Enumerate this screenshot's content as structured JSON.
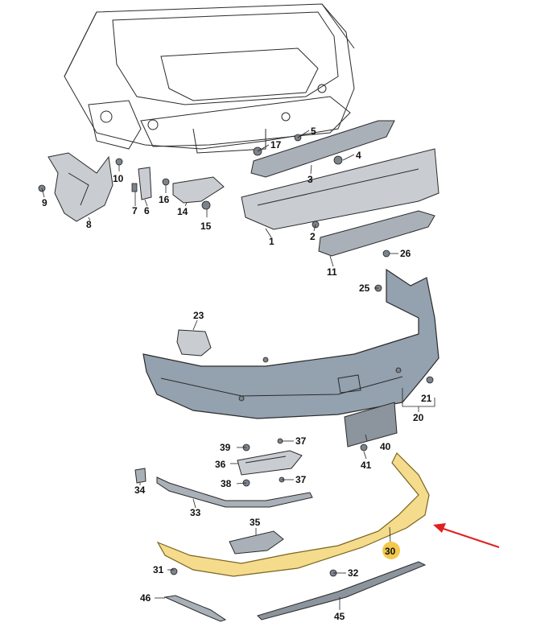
{
  "callouts": {
    "p1": "1",
    "p2": "2",
    "p3": "3",
    "p4": "4",
    "p5": "5",
    "p6": "6",
    "p7": "7",
    "p8": "8",
    "p9": "9",
    "p10": "10",
    "p11": "11",
    "p14": "14",
    "p15": "15",
    "p16": "16",
    "p17": "17",
    "p20": "20",
    "p21": "21",
    "p23": "23",
    "p25": "25",
    "p26": "26",
    "p30": "30",
    "p31": "31",
    "p32": "32",
    "p33": "33",
    "p34": "34",
    "p35": "35",
    "p36": "36",
    "p37a": "37",
    "p37b": "37",
    "p38": "38",
    "p39": "39",
    "p40": "40",
    "p41": "41",
    "p45": "45",
    "p46": "46"
  },
  "colors": {
    "highlight_part": "#f5dc8c",
    "highlight_badge": "#f2c94c",
    "arrow": "#e02020",
    "bumper_cover": "#94a1af"
  }
}
